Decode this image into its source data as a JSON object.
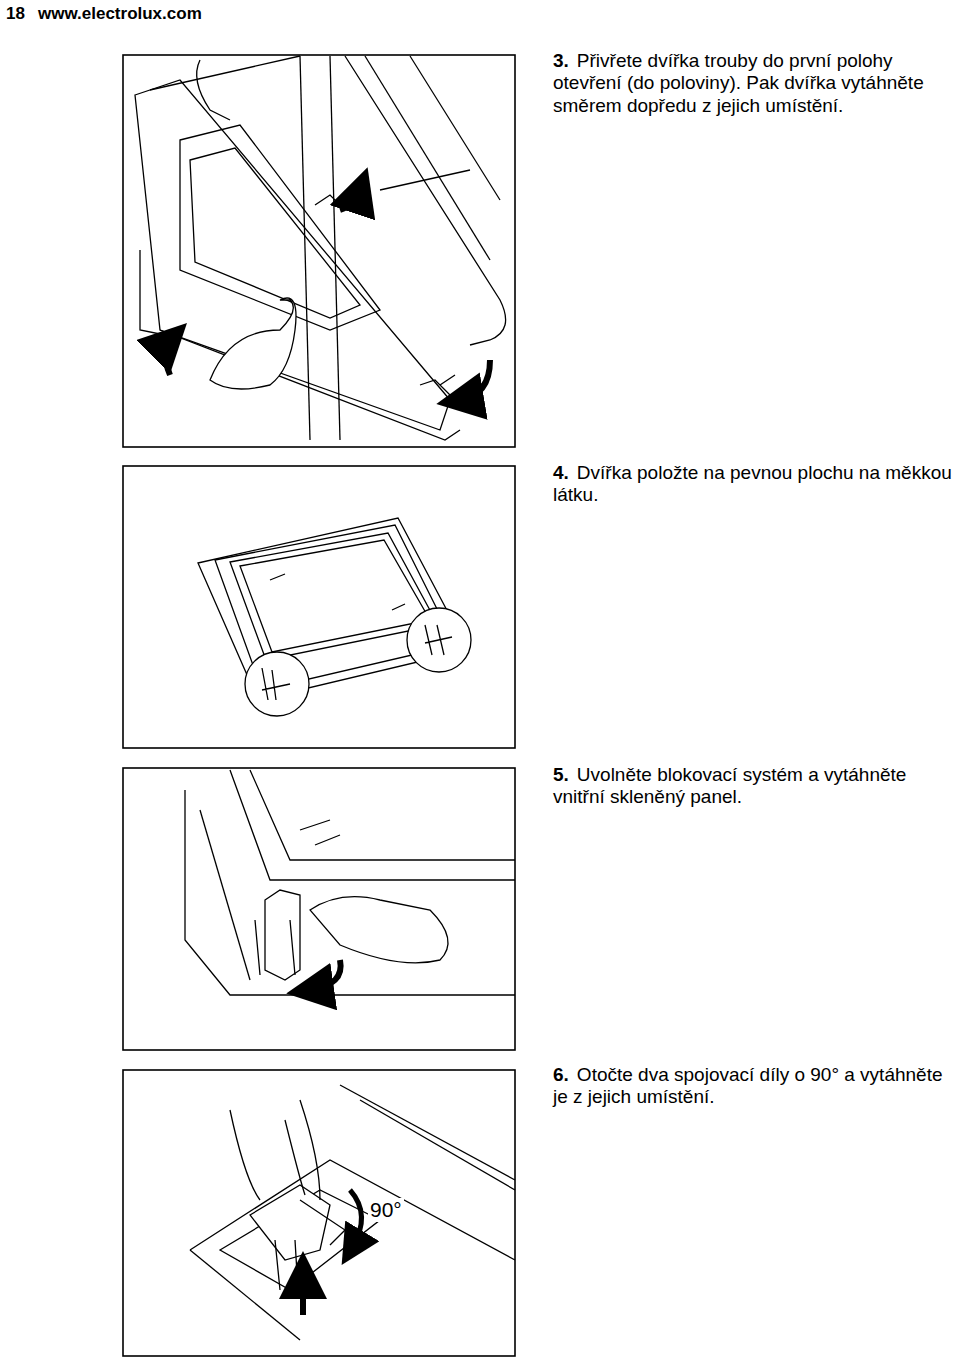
{
  "diagram": {
    "labels": [
      "18",
      "www.electrolux.com",
      "3.",
      "Přivřete dvířka trouby do první polohy otevření (do poloviny). Pak dvířka vytáhněte směrem dopředu z jejich umístění.",
      "4.",
      "Dvířka položte na pevnou plochu na měkkou látku.",
      "5.",
      "Uvolněte blokovací systém a vytáhněte vnitřní skleněný panel.",
      "6.",
      "Otočte dva spojovací díly o 90° a vytáhněte je z jejich umístění.",
      "90°"
    ]
  }
}
